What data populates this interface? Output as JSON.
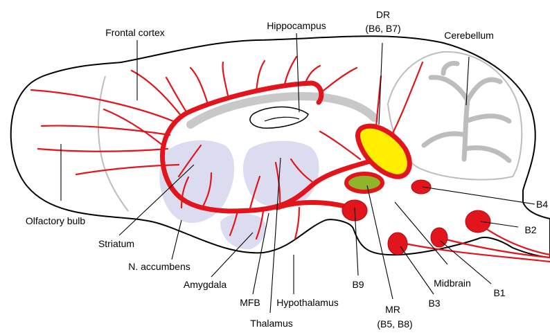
{
  "labels": {
    "frontal_cortex": "Frontal cortex",
    "hippocampus": "Hippocampus",
    "dr_line1": "DR",
    "dr_line2": "(B6, B7)",
    "cerebellum": "Cerebellum",
    "olfactory_bulb": "Olfactory bulb",
    "striatum": "Striatum",
    "n_accumbens": "N. accumbens",
    "amygdala": "Amygdala",
    "mfb": "MFB",
    "thalamus": "Thalamus",
    "hypothalamus": "Hypothalamus",
    "b9": "B9",
    "mr_line1": "MR",
    "mr_line2": "(B5, B8)",
    "b3": "B3",
    "midbrain": "Midbrain",
    "b1": "B1",
    "b2": "B2",
    "b4": "B4"
  },
  "colors": {
    "projection": "#e3151c",
    "dr_fill": "#ffee00",
    "mr_fill": "#8fb52a",
    "region_fill": "#dcdcf0",
    "outline": "#000000",
    "inner_outline": "#bdbdbd"
  }
}
